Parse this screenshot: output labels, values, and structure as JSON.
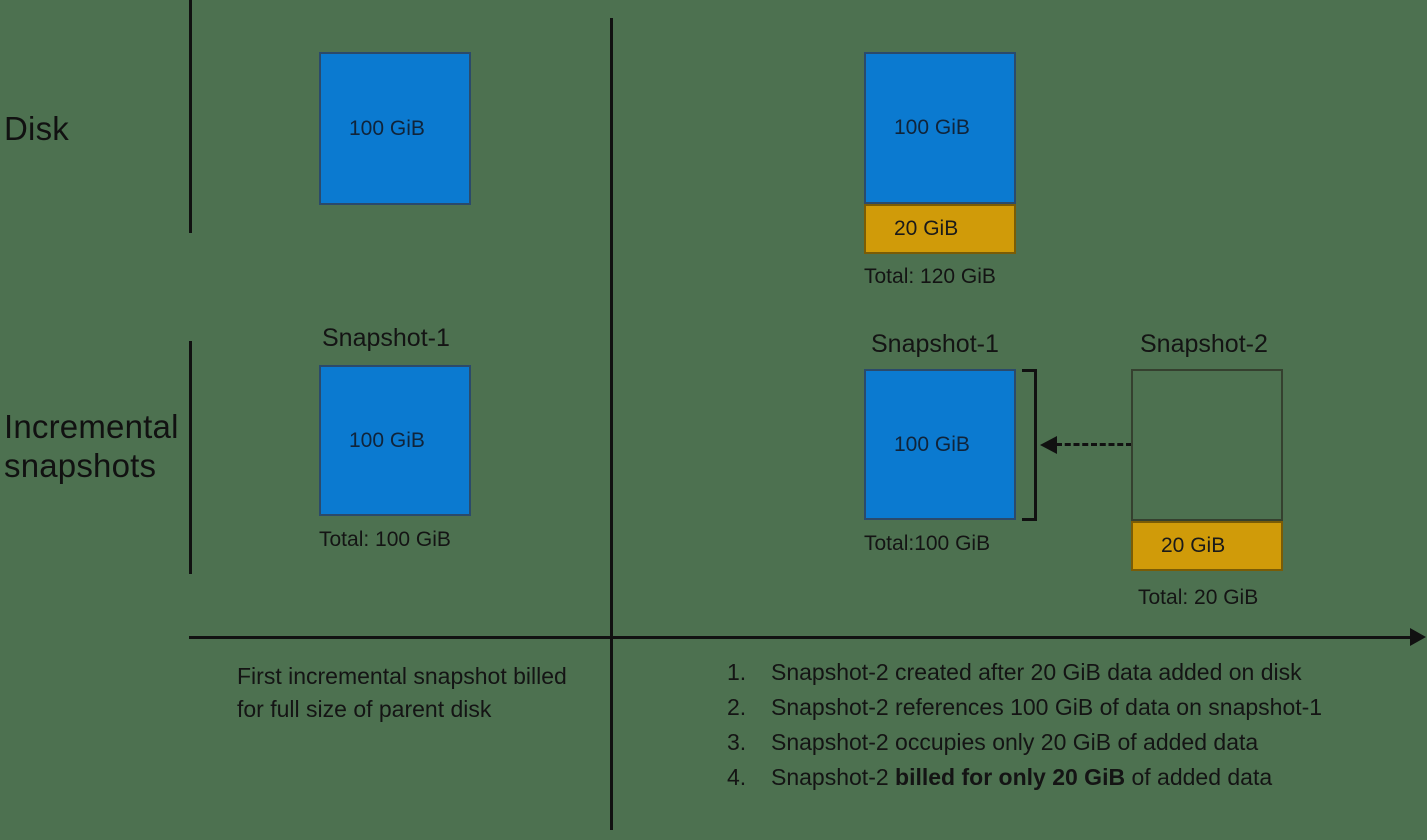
{
  "colors": {
    "background": "#4d7150",
    "blue": "#0b7ad0",
    "blue_border": "#2b4a6b",
    "orange": "#d09b09",
    "orange_border": "#7a5c06",
    "line": "#111111",
    "empty_border": "#35402f"
  },
  "row_labels": {
    "disk": "Disk",
    "incremental": "Incremental\nsnapshots"
  },
  "left_column": {
    "disk": {
      "blocks": [
        {
          "label": "100 GiB",
          "fill": "blue"
        }
      ]
    },
    "snapshot": {
      "title": "Snapshot-1",
      "blocks": [
        {
          "label": "100 GiB",
          "fill": "blue"
        }
      ],
      "total": "Total: 100 GiB"
    },
    "note": "First incremental snapshot billed for full size of parent disk"
  },
  "right_column": {
    "disk": {
      "blocks": [
        {
          "label": "100 GiB",
          "fill": "blue"
        },
        {
          "label": "20 GiB",
          "fill": "orange"
        }
      ],
      "total": "Total: 120 GiB"
    },
    "snapshot1": {
      "title": "Snapshot-1",
      "blocks": [
        {
          "label": "100 GiB",
          "fill": "blue"
        }
      ],
      "total": "Total:100 GiB"
    },
    "snapshot2": {
      "title": "Snapshot-2",
      "blocks": [
        {
          "label": "",
          "fill": "empty"
        },
        {
          "label": "20 GiB",
          "fill": "orange"
        }
      ],
      "total": "Total: 20 GiB"
    },
    "notes": [
      {
        "num": "1.",
        "text": "Snapshot-2 created after 20 GiB data added on disk"
      },
      {
        "num": "2.",
        "text": "Snapshot-2 references 100 GiB of data on snapshot-1"
      },
      {
        "num": "3.",
        "text": "Snapshot-2 occupies only 20 GiB of  added data"
      },
      {
        "num": "4.",
        "pre": "Snapshot-2 ",
        "bold": "billed for only 20 GiB",
        "post": " of added data"
      }
    ]
  }
}
